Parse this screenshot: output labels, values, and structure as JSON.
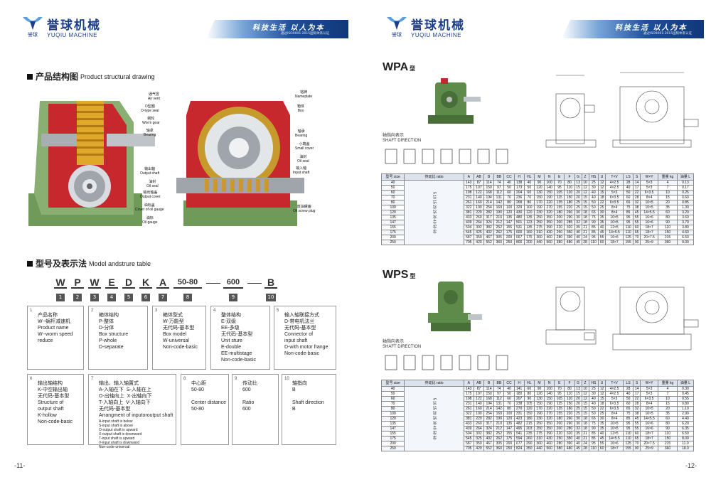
{
  "brand": {
    "cn": "誉球机械",
    "en": "YUQIU MACHINE",
    "logo_text": "誉球",
    "slogan": "科技生活 以人为本",
    "cert": "通过ISO9001:2015国际体系认证"
  },
  "left": {
    "page_num": "-11-",
    "sec1": {
      "cn": "产品结构图",
      "en": "Product structural drawing"
    },
    "callouts": [
      {
        "cn": "通气冒",
        "en": "Air vent"
      },
      {
        "cn": "O型圈",
        "en": "O-type seal"
      },
      {
        "cn": "蜗轮",
        "en": "Worm gear"
      },
      {
        "cn": "轴承",
        "en": "Bearing"
      },
      {
        "cn": "输出轴",
        "en": "Output shaft"
      },
      {
        "cn": "油封",
        "en": "Oil seal"
      },
      {
        "cn": "输出轴盖",
        "en": "Output cover"
      },
      {
        "cn": "油标盖",
        "en": "Cover of oil gauge"
      },
      {
        "cn": "油标",
        "en": "Oil gauge"
      },
      {
        "cn": "铭牌",
        "en": "Nameplate"
      },
      {
        "cn": "箱体",
        "en": "Box"
      },
      {
        "cn": "轴承",
        "en": "Bearing"
      },
      {
        "cn": "小端盖",
        "en": "Small cover"
      },
      {
        "cn": "油封",
        "en": "Oil seal"
      },
      {
        "cn": "输入轴",
        "en": "Input shaft"
      },
      {
        "cn": "放油螺塞",
        "en": "Oil screw plug"
      }
    ],
    "sec2": {
      "cn": "型号及表示法",
      "en": "Model andstrure table"
    },
    "model_code": [
      "W",
      "P",
      "W",
      "E",
      "D",
      "K",
      "A",
      "50-80",
      "600",
      "B"
    ],
    "model_nums": [
      "1",
      "2",
      "3",
      "4",
      "5",
      "6",
      "7",
      "8",
      "9",
      "10"
    ],
    "boxes": [
      {
        "n": "1",
        "t": "产品名称\nW--蜗杆减速机\nProduct name\nW--worm speed\nreduce"
      },
      {
        "n": "2",
        "t": "箱体结构\nP-整体\nD-分体\nBox structure\nP-whole\nD-separate"
      },
      {
        "n": "3",
        "t": "箱体型式\nW-万能型\n无代码-基本型\nBox model\nW-universal\nNon-code-basic"
      },
      {
        "n": "4",
        "t": "整体结构\nE-双级\nEE-多级\n无代码-基本型\nUnit sture\nE-double\nEE-multistage\nNon-code-basic"
      },
      {
        "n": "5",
        "t": "输入轴联接方式\nD-带电机法兰\n无代码-基本型\nConnector of\ninput shaft\nD-with motor frange\nNon-code-basic"
      },
      {
        "n": "6",
        "t": "输出轴结构\nK-中空输出轴\n无代码-基本型\nStructure of\noutput shaft\nK-hollow\nNon-code-basic"
      },
      {
        "n": "7",
        "t": "输出、输入轴置式\nA-入轴在下  S-入轴在上\nO-出轴向上  X-出轴向下\nT-入轴向上  V-入轴向下\n无代码-基本型\nArrangment of inputoroutput shaft"
      },
      {
        "n": "8",
        "t": "中心距\n50-80\n\nCenter distance\n50-80"
      },
      {
        "n": "9",
        "t": "传动比\n600\n\nRatio\n600"
      },
      {
        "n": "10",
        "t": "轴指向\nB\n\nShaft direction\nB"
      }
    ],
    "box7_small": "A-input shaft is below\nS-input shaft is above\nO-output shaft is upward\nX-output shaft is downward\nT-input shaft is upward\nV-input shaft is downward\nNon-code-universal"
  },
  "right": {
    "page_num": "-12-",
    "wpa": {
      "name": "WPA",
      "suffix": "型"
    },
    "wps": {
      "name": "WPS",
      "suffix": "型"
    },
    "shaft_dir": {
      "cn": "轴指向表示",
      "en": "SHAFT DIRECTION"
    },
    "table_header": [
      "型号 size",
      "传动比 ratio",
      "A",
      "AB",
      "B",
      "BB",
      "CC",
      "H",
      "HL",
      "M",
      "N",
      "E",
      "F",
      "G",
      "Z",
      "HS",
      "U",
      "T×V",
      "LS",
      "S",
      "W×Y",
      "重量 kg",
      "油量 L"
    ],
    "ratio_col": "5 10 15 20 25 30 40 50 60",
    "wpa_rows": [
      [
        "40",
        "143",
        "87",
        "114",
        "74",
        "40",
        "138",
        "40",
        "90",
        "100",
        "70",
        "80",
        "13",
        "10",
        "25",
        "12",
        "4×2.5",
        "28",
        "14",
        "5×3",
        "4",
        "0.13"
      ],
      [
        "50",
        "175",
        "107",
        "150",
        "97",
        "50",
        "173",
        "50",
        "120",
        "140",
        "95",
        "110",
        "15",
        "12",
        "30",
        "12",
        "4×2.5",
        "40",
        "17",
        "5×3",
        "7",
        "0.17"
      ],
      [
        "60",
        "198",
        "122",
        "168",
        "112",
        "60",
        "204",
        "60",
        "130",
        "150",
        "105",
        "120",
        "20",
        "12",
        "40",
        "15",
        "5×3",
        "50",
        "22",
        "6×3.5",
        "10",
        "0.25"
      ],
      [
        "70",
        "231",
        "140",
        "194",
        "131",
        "70",
        "236",
        "70",
        "150",
        "190",
        "115",
        "150",
        "20",
        "15",
        "40",
        "18",
        "6×3.5",
        "60",
        "28",
        "8×4",
        "15",
        "0.60"
      ],
      [
        "80",
        "261",
        "160",
        "214",
        "142",
        "80",
        "268",
        "80",
        "170",
        "220",
        "135",
        "180",
        "25",
        "15",
        "50",
        "22",
        "6×3.5",
        "65",
        "32",
        "10×5",
        "20",
        "0.85"
      ],
      [
        "100",
        "322",
        "190",
        "254",
        "169",
        "100",
        "329",
        "100",
        "190",
        "270",
        "155",
        "220",
        "25",
        "15",
        "50",
        "25",
        "8×4",
        "75",
        "38",
        "10×5",
        "35",
        "1.30"
      ],
      [
        "120",
        "381",
        "229",
        "282",
        "190",
        "120",
        "430",
        "120",
        "230",
        "320",
        "180",
        "260",
        "30",
        "18",
        "65",
        "30",
        "8×4",
        "85",
        "45",
        "14×5.5",
        "60",
        "3.20"
      ],
      [
        "135",
        "433",
        "260",
        "317",
        "210",
        "135",
        "480",
        "135",
        "250",
        "350",
        "200",
        "290",
        "30",
        "18",
        "75",
        "35",
        "10×5",
        "95",
        "55",
        "16×6",
        "80",
        "3.60"
      ],
      [
        "147",
        "439",
        "264",
        "324",
        "212",
        "147",
        "501",
        "123",
        "250",
        "350",
        "200",
        "285",
        "32",
        "18",
        "90",
        "35",
        "10×5",
        "95",
        "55",
        "16×6",
        "90",
        "3.70"
      ],
      [
        "155",
        "504",
        "302",
        "382",
        "252",
        "155",
        "531",
        "135",
        "275",
        "390",
        "220",
        "320",
        "35",
        "21",
        "85",
        "40",
        "12×5",
        "110",
        "60",
        "18×7",
        "110",
        "3.80"
      ],
      [
        "175",
        "545",
        "325",
        "402",
        "262",
        "175",
        "600",
        "160",
        "310",
        "430",
        "250",
        "350",
        "40",
        "21",
        "85",
        "45",
        "14×5.5",
        "110",
        "65",
        "18×7",
        "150",
        "4.60"
      ],
      [
        "200",
        "587",
        "350",
        "467",
        "305",
        "200",
        "667",
        "175",
        "360",
        "460",
        "280",
        "390",
        "40",
        "24",
        "95",
        "55",
        "16×6",
        "125",
        "70",
        "20×7.5",
        "215",
        "6.50"
      ],
      [
        "250",
        "705",
        "420",
        "552",
        "360",
        "250",
        "800",
        "200",
        "440",
        "560",
        "380",
        "480",
        "45",
        "28",
        "110",
        "60",
        "18×7",
        "155",
        "90",
        "25×9",
        "360",
        "9.00"
      ]
    ],
    "wps_rows": [
      [
        "40",
        "143",
        "87",
        "114",
        "74",
        "40",
        "141",
        "60",
        "90",
        "100",
        "70",
        "80",
        "13",
        "10",
        "25",
        "12",
        "4×2.5",
        "28",
        "14",
        "5×3",
        "4",
        "0.30"
      ],
      [
        "50",
        "175",
        "107",
        "150",
        "97",
        "50",
        "180",
        "80",
        "120",
        "140",
        "95",
        "110",
        "15",
        "12",
        "30",
        "12",
        "4×2.5",
        "40",
        "17",
        "5×3",
        "7",
        "0.45"
      ],
      [
        "60",
        "198",
        "122",
        "168",
        "112",
        "60",
        "207",
        "90",
        "130",
        "150",
        "105",
        "120",
        "20",
        "12",
        "40",
        "15",
        "5×3",
        "50",
        "22",
        "6×3.5",
        "10",
        "0.55"
      ],
      [
        "70",
        "231",
        "140",
        "194",
        "131",
        "70",
        "238",
        "105",
        "150",
        "190",
        "115",
        "150",
        "20",
        "15",
        "40",
        "18",
        "6×3.5",
        "60",
        "28",
        "8×4",
        "15",
        "0.80"
      ],
      [
        "80",
        "261",
        "160",
        "214",
        "142",
        "80",
        "270",
        "120",
        "170",
        "220",
        "135",
        "180",
        "25",
        "15",
        "50",
        "22",
        "6×3.5",
        "65",
        "32",
        "10×5",
        "20",
        "1.10"
      ],
      [
        "100",
        "322",
        "190",
        "254",
        "169",
        "100",
        "331",
        "150",
        "190",
        "270",
        "155",
        "220",
        "25",
        "15",
        "50",
        "25",
        "8×4",
        "75",
        "38",
        "10×5",
        "35",
        "2.90"
      ],
      [
        "120",
        "381",
        "229",
        "282",
        "190",
        "120",
        "423",
        "180",
        "230",
        "320",
        "180",
        "260",
        "30",
        "18",
        "65",
        "30",
        "8×4",
        "85",
        "45",
        "14×5.5",
        "60",
        "4.40"
      ],
      [
        "135",
        "433",
        "260",
        "317",
        "210",
        "135",
        "482",
        "215",
        "250",
        "350",
        "200",
        "290",
        "30",
        "18",
        "75",
        "35",
        "10×5",
        "95",
        "55",
        "16×6",
        "80",
        "6.20"
      ],
      [
        "147",
        "439",
        "264",
        "324",
        "212",
        "147",
        "495",
        "203",
        "250",
        "350",
        "200",
        "280",
        "32",
        "18",
        "90",
        "35",
        "10×5",
        "95",
        "55",
        "16×6",
        "90",
        "6.35"
      ],
      [
        "155",
        "504",
        "302",
        "382",
        "252",
        "155",
        "541",
        "235",
        "275",
        "390",
        "220",
        "320",
        "35",
        "21",
        "85",
        "40",
        "12×5",
        "110",
        "60",
        "18×7",
        "110",
        "6.50"
      ],
      [
        "175",
        "545",
        "325",
        "402",
        "262",
        "175",
        "594",
        "260",
        "310",
        "430",
        "250",
        "350",
        "40",
        "21",
        "85",
        "45",
        "14×5.5",
        "110",
        "65",
        "18×7",
        "150",
        "8.00"
      ],
      [
        "200",
        "587",
        "350",
        "467",
        "305",
        "200",
        "677",
        "290",
        "360",
        "460",
        "280",
        "390",
        "40",
        "24",
        "95",
        "55",
        "16×6",
        "125",
        "70",
        "20×7.5",
        "215",
        "11.0"
      ],
      [
        "250",
        "705",
        "420",
        "552",
        "360",
        "250",
        "824",
        "350",
        "440",
        "560",
        "380",
        "480",
        "45",
        "28",
        "110",
        "60",
        "18×7",
        "155",
        "90",
        "25×9",
        "360",
        "18.0"
      ]
    ]
  },
  "colors": {
    "green": "#5e8a4a",
    "red": "#c7282d",
    "blue": "#1d4f9a"
  }
}
